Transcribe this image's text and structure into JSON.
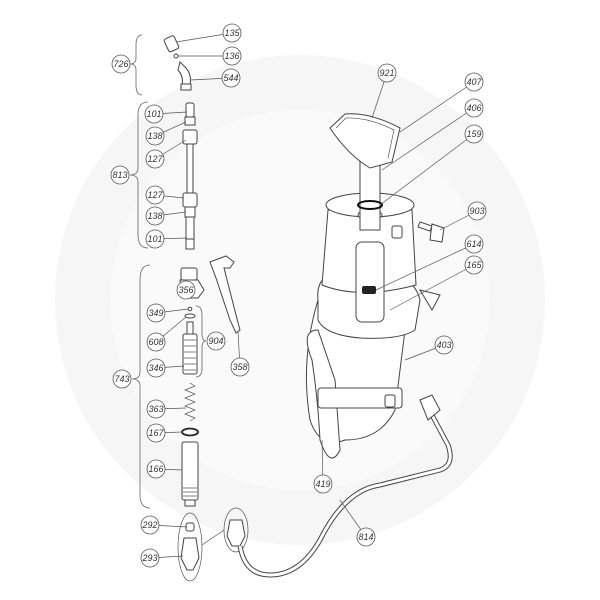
{
  "diagram": {
    "type": "exploded-parts-diagram",
    "callouts": [
      {
        "id": "135",
        "part": "nozzle-tip"
      },
      {
        "id": "136",
        "part": "nozzle-o-ring"
      },
      {
        "id": "544",
        "part": "bent-nozzle"
      },
      {
        "id": "726",
        "part": "nozzle-assembly"
      },
      {
        "id": "101",
        "part": "lance-o-ring-top"
      },
      {
        "id": "138",
        "part": "lance-ring-top"
      },
      {
        "id": "127",
        "part": "lance-nut-top"
      },
      {
        "id": "813",
        "part": "extension-lance-assembly"
      },
      {
        "id": "127",
        "part": "lance-nut-bottom"
      },
      {
        "id": "138",
        "part": "lance-ring-bottom"
      },
      {
        "id": "101",
        "part": "lance-o-ring-bottom"
      },
      {
        "id": "356",
        "part": "valve-head"
      },
      {
        "id": "349",
        "part": "small-o-ring"
      },
      {
        "id": "608",
        "part": "valve-seal"
      },
      {
        "id": "904",
        "part": "filter-assembly"
      },
      {
        "id": "346",
        "part": "filter"
      },
      {
        "id": "358",
        "part": "trigger-lever"
      },
      {
        "id": "743",
        "part": "handle-valve-assembly"
      },
      {
        "id": "363",
        "part": "spring"
      },
      {
        "id": "167",
        "part": "handle-o-ring"
      },
      {
        "id": "166",
        "part": "handle-grip"
      },
      {
        "id": "292",
        "part": "hose-insert"
      },
      {
        "id": "293",
        "part": "hose-nut"
      },
      {
        "id": "921",
        "part": "pump-handle"
      },
      {
        "id": "407",
        "part": "handle-cap"
      },
      {
        "id": "406",
        "part": "pump-guide"
      },
      {
        "id": "159",
        "part": "pump-seal"
      },
      {
        "id": "903",
        "part": "pressure-relief-valve"
      },
      {
        "id": "614",
        "part": "piston-gasket"
      },
      {
        "id": "165",
        "part": "pump-o-ring"
      },
      {
        "id": "403",
        "part": "tank"
      },
      {
        "id": "419",
        "part": "shoulder-strap"
      },
      {
        "id": "814",
        "part": "hose"
      }
    ]
  }
}
